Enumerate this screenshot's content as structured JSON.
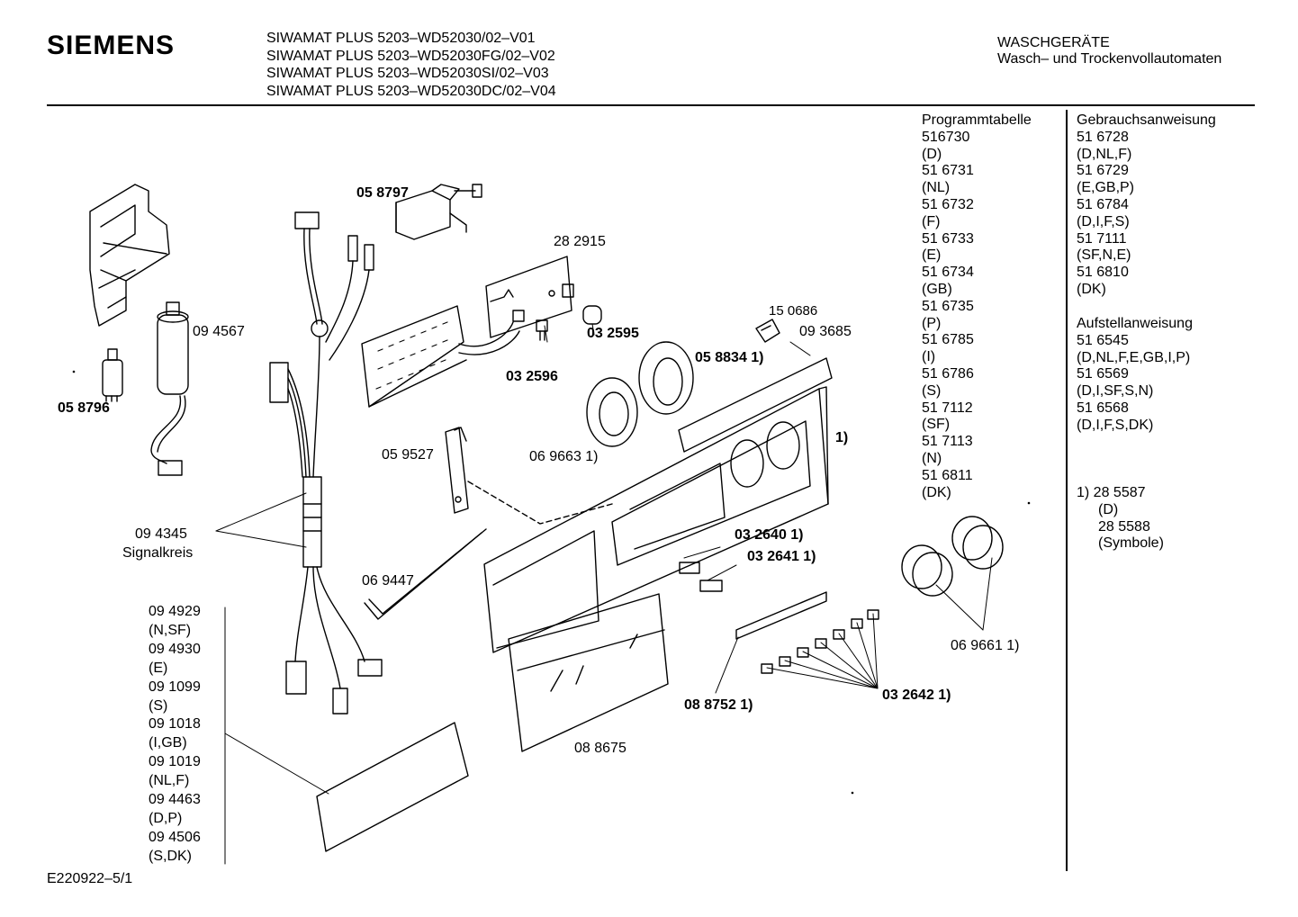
{
  "header": {
    "brand": "SIEMENS",
    "models": [
      "SIWAMAT PLUS 5203–WD52030/02–V01",
      "SIWAMAT PLUS 5203–WD52030FG/02–V02",
      "SIWAMAT PLUS 5203–WD52030SI/02–V03",
      "SIWAMAT PLUS 5203–WD52030DC/02–V04"
    ],
    "category_title": "WASCHGERÄTE",
    "category_subtitle": "Wasch– und Trockenvollautomaten"
  },
  "programmtabelle": {
    "title": "Programmtabelle",
    "lines": [
      "516730",
      "(D)",
      "51 6731",
      "(NL)",
      "51 6732",
      "(F)",
      "51 6733",
      "(E)",
      "51 6734",
      "(GB)",
      "51 6735",
      "(P)",
      "51 6785",
      "(I)",
      "51 6786",
      "(S)",
      "51 7112",
      "(SF)",
      "51 7113",
      "(N)",
      "51 6811",
      "(DK)"
    ]
  },
  "gebrauchsanweisung": {
    "title": "Gebrauchsanweisung",
    "lines": [
      "51 6728",
      "(D,NL,F)",
      "51 6729",
      "(E,GB,P)",
      "51 6784",
      "(D,I,F,S)",
      "51 7111",
      "(SF,N,E)",
      "51 6810",
      "(DK)"
    ]
  },
  "aufstellanweisung": {
    "title": "Aufstellanweisung",
    "lines": [
      "51 6545",
      "(D,NL,F,E,GB,I,P)",
      "51 6569",
      "(D,I,SF,S,N)",
      "51 6568",
      "(D,I,F,S,DK)"
    ]
  },
  "footnote": {
    "lines": [
      "1) 28 5587",
      "(D)",
      "28 5588",
      "(Symbole)"
    ]
  },
  "left_list": {
    "lines": [
      "09 4929",
      "(N,SF)",
      "09 4930",
      "(E)",
      "09 1099",
      "(S)",
      "09 1018",
      "(I,GB)",
      "09 1019",
      "(NL,F)",
      "09 4463",
      "(D,P)",
      "09 4506",
      "(S,DK)"
    ]
  },
  "parts": {
    "p058797": "05 8797",
    "p282915": "28 2915",
    "p094567": "09 4567",
    "p058796": "05 8796",
    "p150686": "15 0686",
    "p093685": "09 3685",
    "p032595": "03 2595",
    "p032596": "03 2596",
    "p058834": "05 8834 1)",
    "p059527": "05 9527",
    "p069663": "06 9663 1)",
    "p_one": "1)",
    "p094345": "09 4345",
    "signalkreis": "Signalkreis",
    "p032640": "03 2640 1)",
    "p032641": "03 2641 1)",
    "p069447": "06 9447",
    "p069661": "06 9661 1)",
    "p088752": "08 8752 1)",
    "p032642": "03 2642 1)",
    "p088675": "08 8675"
  },
  "footer": {
    "code": "E220922–5/1"
  }
}
